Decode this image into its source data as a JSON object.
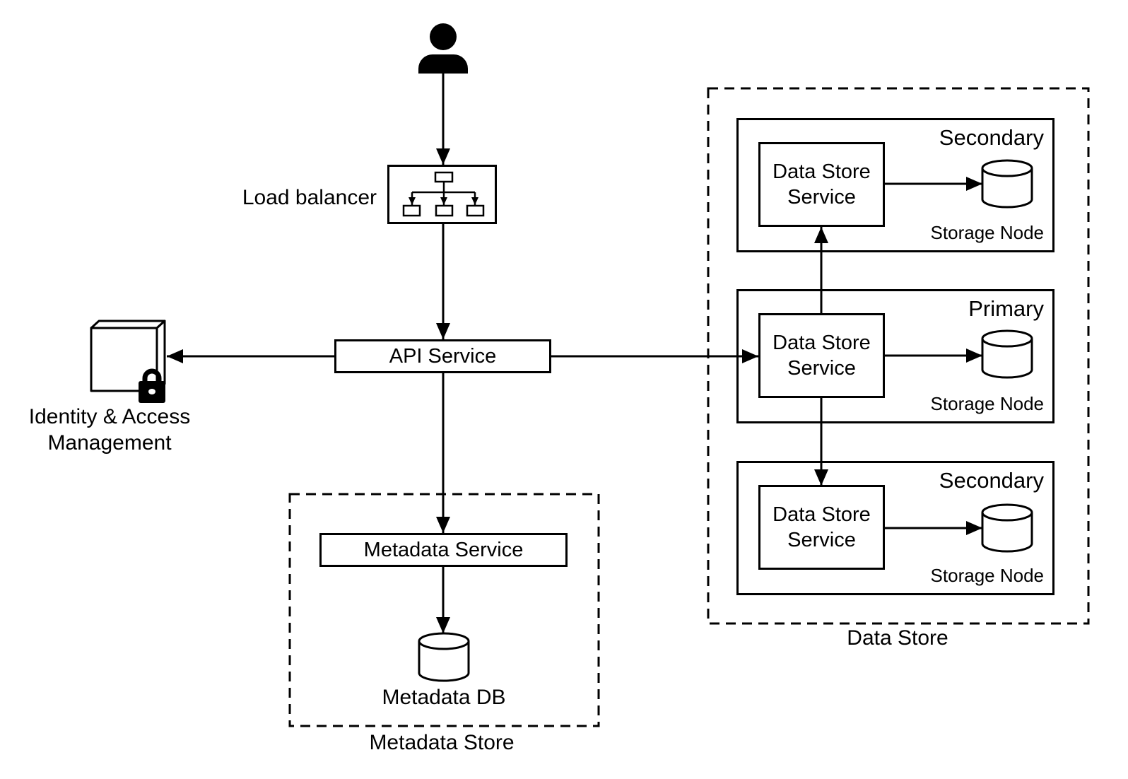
{
  "colors": {
    "line": "#000000",
    "background": "#ffffff"
  },
  "user": {
    "icon": "user-icon"
  },
  "load_balancer": {
    "label": "Load balancer",
    "icon": "load-balancer-icon"
  },
  "api_service": {
    "label": "API Service"
  },
  "iam": {
    "icon": "padlock-box-icon",
    "label_lines": [
      "Identity & Access",
      "Management"
    ]
  },
  "metadata_store": {
    "title": "Metadata Store",
    "service_label": "Metadata Service",
    "db_label": "Metadata DB",
    "db_icon": "database-cylinder-icon"
  },
  "data_store": {
    "title": "Data Store",
    "nodes": [
      {
        "role": "Secondary",
        "service_label": "Data Store Service",
        "storage_label": "Storage Node",
        "disk_icon": "database-cylinder-icon"
      },
      {
        "role": "Primary",
        "service_label": "Data Store Service",
        "storage_label": "Storage Node",
        "disk_icon": "database-cylinder-icon"
      },
      {
        "role": "Secondary",
        "service_label": "Data Store Service",
        "storage_label": "Storage Node",
        "disk_icon": "database-cylinder-icon"
      }
    ]
  }
}
